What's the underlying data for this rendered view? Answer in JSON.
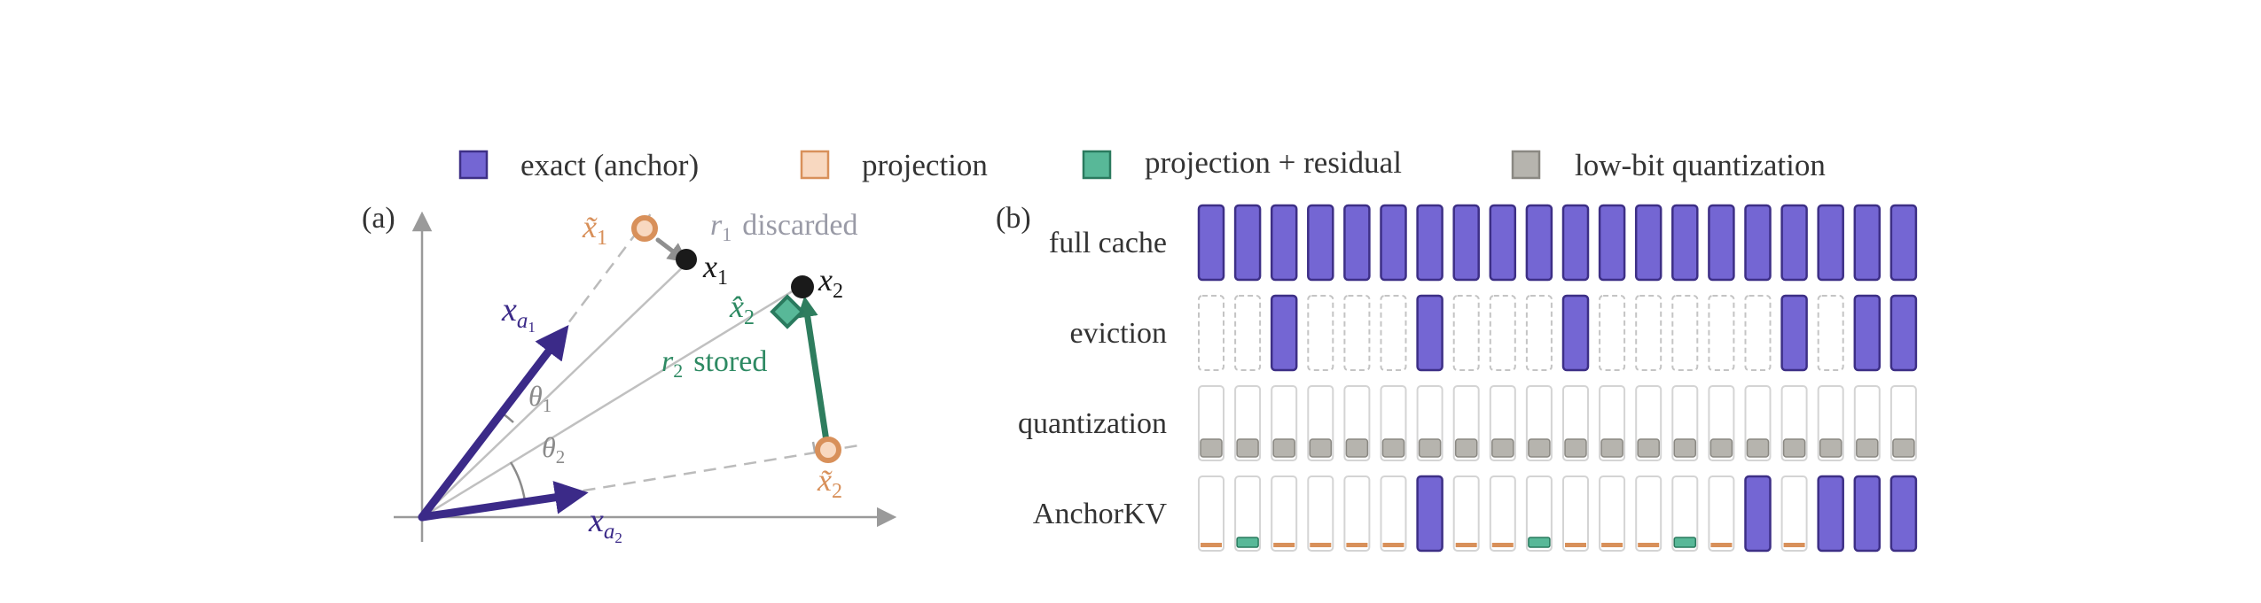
{
  "legend": {
    "items": [
      {
        "label": "exact (anchor)",
        "kind": "exact"
      },
      {
        "label": "projection",
        "kind": "projection"
      },
      {
        "label": "projection + residual",
        "kind": "residual"
      },
      {
        "label": "low-bit quantization",
        "kind": "lowbit"
      }
    ]
  },
  "colors": {
    "exact_fill": "#7466d3",
    "exact_stroke": "#3d2f86",
    "projection_fill": "#f8d8c0",
    "projection_stroke": "#d8905a",
    "residual_fill": "#58b898",
    "residual_stroke": "#2a7a5e",
    "lowbit_fill": "#b6b4ae",
    "lowbit_stroke": "#8a8882",
    "anchor_vector": "#3b2a88",
    "residual_arrow": "#2e7d5e",
    "axis": "#9a9a9a",
    "guide": "#bbbbbb",
    "discard_text": "#999aa6",
    "stored_text": "#2e8a63"
  },
  "panel_a": {
    "label": "(a)",
    "x_tilde_1": "x̃",
    "x_tilde_1_sub": "1",
    "x1_main": "x",
    "x1_sub": "1",
    "r1_main": "r",
    "r1_sub": "1",
    "r1_note": "discarded",
    "xa1_main": "x",
    "xa1_sub": "a",
    "xa1_subsub": "1",
    "theta1_main": "θ",
    "theta1_sub": "1",
    "theta2_main": "θ",
    "theta2_sub": "2",
    "xa2_main": "x",
    "xa2_sub": "a",
    "xa2_subsub": "2",
    "x2_main": "x",
    "x2_sub": "2",
    "x_hat_2": "x̂",
    "x_hat_2_sub": "2",
    "r2_main": "r",
    "r2_sub": "2",
    "r2_note": "stored",
    "x_tilde_2": "x̃",
    "x_tilde_2_sub": "2"
  },
  "panel_b": {
    "label": "(b)",
    "rows": [
      {
        "label": "full cache",
        "cells": [
          "E",
          "E",
          "E",
          "E",
          "E",
          "E",
          "E",
          "E",
          "E",
          "E",
          "E",
          "E",
          "E",
          "E",
          "E",
          "E",
          "E",
          "E",
          "E",
          "E"
        ]
      },
      {
        "label": "eviction",
        "cells": [
          "-",
          "-",
          "E",
          "-",
          "-",
          "-",
          "E",
          "-",
          "-",
          "-",
          "E",
          "-",
          "-",
          "-",
          "-",
          "-",
          "E",
          "-",
          "E",
          "E",
          "E"
        ]
      },
      {
        "label": "quantization",
        "cells": [
          "Q",
          "Q",
          "Q",
          "Q",
          "Q",
          "Q",
          "Q",
          "Q",
          "Q",
          "Q",
          "Q",
          "Q",
          "Q",
          "Q",
          "Q",
          "Q",
          "Q",
          "Q",
          "Q",
          "Q"
        ]
      },
      {
        "label": "AnchorKV",
        "cells": [
          "P",
          "R",
          "P",
          "P",
          "P",
          "P",
          "E",
          "P",
          "P",
          "R",
          "P",
          "P",
          "P",
          "R",
          "P",
          "E",
          "P",
          "E",
          "E",
          "E"
        ]
      }
    ]
  }
}
